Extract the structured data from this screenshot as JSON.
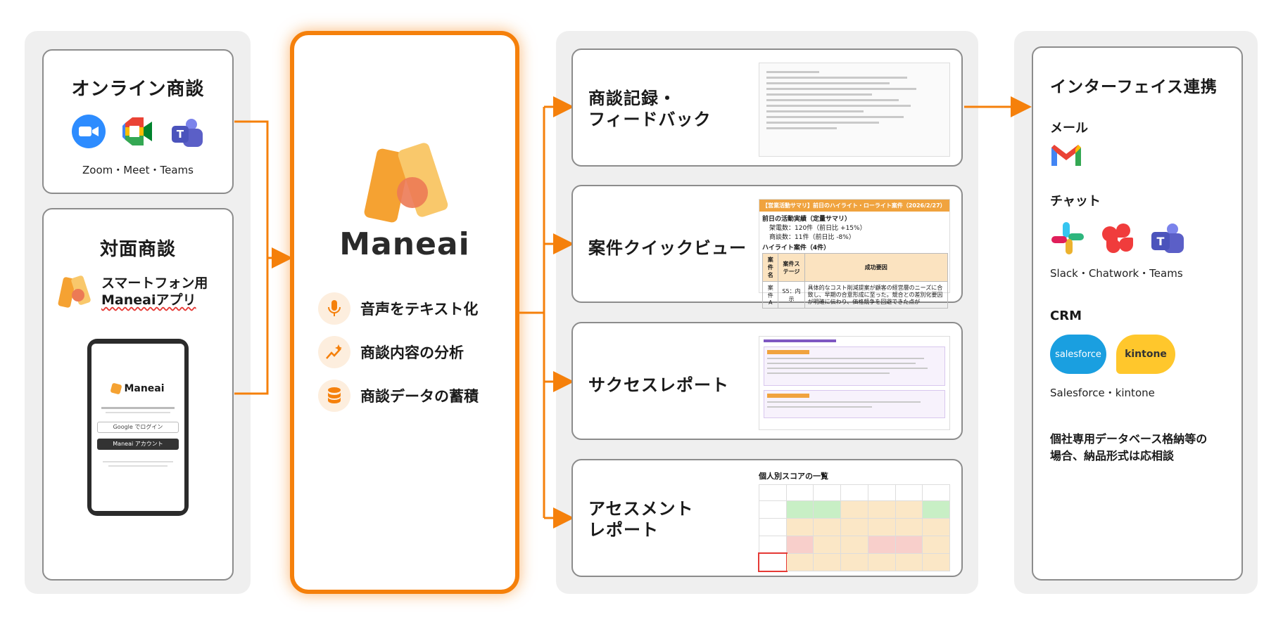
{
  "left": {
    "online": {
      "title": "オンライン商談",
      "caption": "Zoom・Meet・Teams",
      "icons": [
        "zoom-icon",
        "google-meet-icon",
        "teams-icon"
      ]
    },
    "offline": {
      "title": "対面商談",
      "app_label_line1": "スマートフォン用",
      "app_label_line2": "Maneaiアプリ",
      "phone": {
        "logo": "Maneai",
        "google_button": "Google でログイン",
        "alt_button": "Maneai アカウント"
      }
    }
  },
  "hub": {
    "logo": "Maneai",
    "features": [
      {
        "label": "音声をテキスト化",
        "icon": "microphone-icon"
      },
      {
        "label": "商談内容の分析",
        "icon": "sparkle-chart-icon"
      },
      {
        "label": "商談データの蓄積",
        "icon": "database-icon"
      }
    ]
  },
  "outputs": [
    {
      "title_line1": "商談記録・",
      "title_line2": "フィードバック"
    },
    {
      "title_line1": "案件クイックビュー",
      "title_line2": "",
      "preview": {
        "header": "【営業活動サマリ】前日のハイライト・ローライト案件（2026/2/27）",
        "section": "前日の活動実績（定量サマリ）",
        "calls": "架電数：120件（前日比 +15%）",
        "deals": "商談数：11件（前日比 -8%）",
        "highlight": "ハイライト案件（4件）",
        "columns": [
          "案件名",
          "案件ステージ",
          "成功要因"
        ],
        "row": [
          "案件A",
          "S5：内示",
          "具体的なコスト削減提案が顧客の経営層のニーズに合致し、早期の合意形成に至った。競合との差別化要因が明確に伝わり、価格競争を回避できた点が"
        ]
      }
    },
    {
      "title_line1": "サクセスレポート",
      "title_line2": ""
    },
    {
      "title_line1": "アセスメント",
      "title_line2": "レポート",
      "preview": {
        "heading": "個人別スコアの一覧"
      }
    }
  ],
  "right": {
    "title": "インターフェイス連携",
    "mail": {
      "label": "メール",
      "icon": "gmail-icon"
    },
    "chat": {
      "label": "チャット",
      "caption": "Slack・Chatwork・Teams",
      "icons": [
        "slack-icon",
        "chatwork-icon",
        "teams-icon"
      ]
    },
    "crm": {
      "label": "CRM",
      "caption": "Salesforce・kintone",
      "salesforce": "salesforce",
      "kintone": "kintone"
    },
    "note_line1": "個社専用データベース格納等の",
    "note_line2": "場合、納品形式は応相談"
  },
  "colors": {
    "accent": "#f5800b",
    "teams": "#5b5fc7",
    "zoom": "#2d8cff",
    "salesforce": "#1a9fe0",
    "kintone": "#ffc72c"
  }
}
